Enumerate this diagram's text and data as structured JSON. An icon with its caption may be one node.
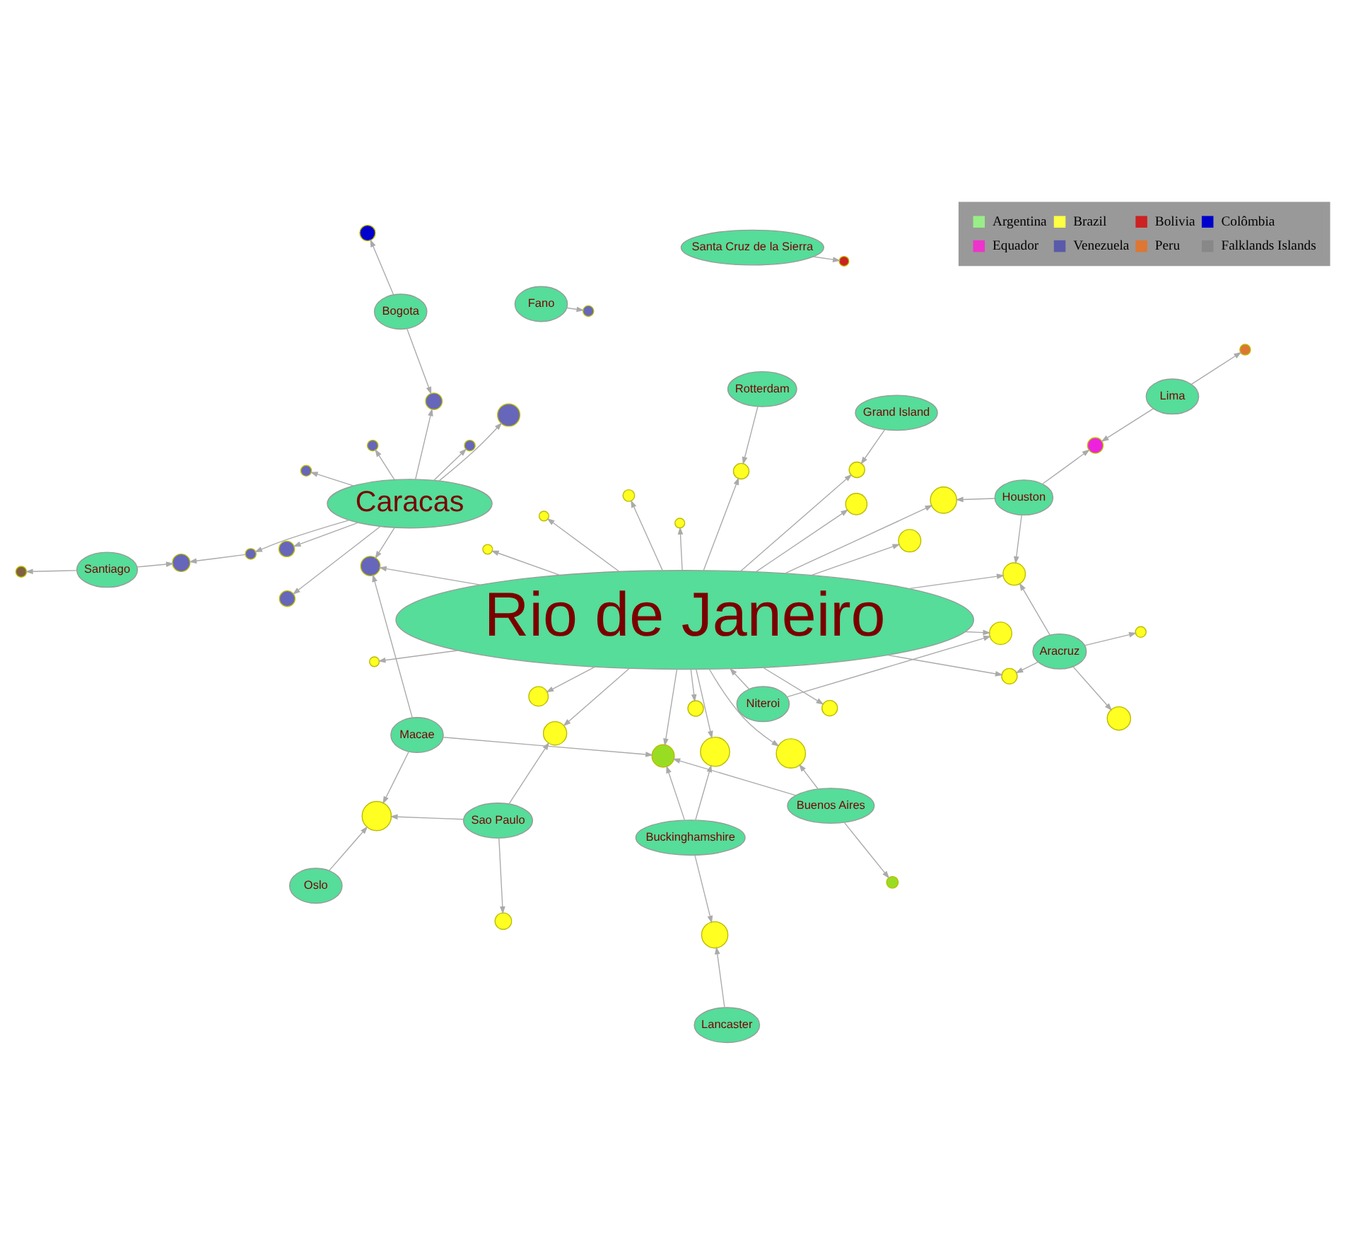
{
  "diagram": {
    "nodes": [
      {
        "text": [
          "Bogota"
        ]
      },
      {
        "text": [
          "Caracas"
        ]
      },
      {
        "text": [
          "Santiago"
        ]
      },
      {
        "text": [
          "Fano"
        ]
      },
      {
        "text": [
          "Buckinghamshire"
        ]
      },
      {
        "text": [
          "Macae"
        ]
      },
      {
        "text": [
          "Buenos Aires"
        ]
      },
      {
        "text": [
          "Santa Cruz de la Sierra"
        ]
      },
      {
        "text": [
          "Lancaster"
        ]
      },
      {
        "text": [
          "Oslo"
        ]
      },
      {
        "text": [
          "Sao Paulo"
        ]
      },
      {
        "text": [
          "Rio de Janeiro"
        ]
      },
      {
        "text": [
          "Niteroi"
        ]
      },
      {
        "text": [
          "Rotterdam"
        ]
      },
      {
        "text": [
          "Houston"
        ]
      },
      {
        "text": [
          "Aracruz"
        ]
      },
      {
        "text": [
          "Grand Island"
        ]
      },
      {
        "text": [
          "Lima"
        ]
      },
      {
        "text": [],
        "shape": "circle"
      },
      {
        "text": [],
        "shape": "circle"
      },
      {
        "text": [],
        "shape": "circle"
      },
      {
        "text": [],
        "shape": "circle"
      },
      {
        "text": [],
        "shape": "circle"
      },
      {
        "text": [],
        "shape": "circle"
      },
      {
        "text": [],
        "shape": "circle"
      },
      {
        "text": [],
        "shape": "circle"
      },
      {
        "text": [],
        "shape": "circle"
      },
      {
        "text": [],
        "shape": "circle"
      },
      {
        "text": [],
        "shape": "circle"
      },
      {
        "text": [],
        "shape": "circle"
      },
      {
        "text": [],
        "shape": "circle"
      },
      {
        "text": [],
        "shape": "circle"
      },
      {
        "text": [],
        "shape": "circle"
      },
      {
        "text": [],
        "shape": "circle"
      },
      {
        "text": [],
        "shape": "circle"
      },
      {
        "text": [],
        "shape": "circle"
      },
      {
        "text": [],
        "shape": "circle"
      },
      {
        "text": [],
        "shape": "circle"
      },
      {
        "text": [],
        "shape": "circle"
      },
      {
        "text": [],
        "shape": "circle"
      },
      {
        "text": [],
        "shape": "circle"
      },
      {
        "text": [],
        "shape": "circle"
      },
      {
        "text": [],
        "shape": "circle"
      },
      {
        "text": [],
        "shape": "circle"
      },
      {
        "text": [],
        "shape": "circle"
      },
      {
        "text": [],
        "shape": "circle"
      },
      {
        "text": [],
        "shape": "circle"
      },
      {
        "text": [],
        "shape": "circle"
      },
      {
        "text": [],
        "shape": "circle"
      },
      {
        "text": [],
        "shape": "circle"
      },
      {
        "text": [],
        "shape": "circle"
      },
      {
        "text": [],
        "shape": "circle"
      },
      {
        "text": [],
        "shape": "circle"
      },
      {
        "text": [],
        "shape": "circle"
      },
      {
        "text": [],
        "shape": "circle"
      },
      {
        "text": [],
        "shape": "circle"
      },
      {
        "text": [],
        "shape": "circle"
      },
      {
        "text": [],
        "shape": "circle"
      },
      {
        "text": [],
        "shape": "circle"
      },
      {
        "text": [],
        "shape": "circle"
      }
    ],
    "edges": [
      {
        "from": 0,
        "to": 18,
        "arrow": "to"
      },
      {
        "from": 0,
        "to": 26,
        "arrow": "to"
      },
      {
        "from": 1,
        "to": 26,
        "arrow": "to"
      },
      {
        "from": 1,
        "to": 24,
        "arrow": "to"
      },
      {
        "from": 1,
        "to": 28,
        "arrow": "to"
      },
      {
        "from": 1,
        "to": 20,
        "arrow": "to"
      },
      {
        "from": 1,
        "to": 19,
        "arrow": "to"
      },
      {
        "from": 1,
        "to": 21,
        "arrow": "to"
      },
      {
        "from": 1,
        "to": 25,
        "arrow": "to"
      },
      {
        "from": 25,
        "to": 22,
        "arrow": "to"
      },
      {
        "from": 1,
        "to": 27,
        "arrow": "to"
      },
      {
        "from": 1,
        "to": 30,
        "arrow": "to"
      },
      {
        "from": 2,
        "to": 22,
        "arrow": "to"
      },
      {
        "from": 2,
        "to": 23,
        "arrow": "to"
      },
      {
        "from": 3,
        "to": 29,
        "arrow": "to"
      },
      {
        "from": 5,
        "to": 30,
        "arrow": "to"
      },
      {
        "from": 11,
        "to": 30,
        "arrow": "to"
      },
      {
        "from": 11,
        "to": 32,
        "arrow": "to"
      },
      {
        "from": 6,
        "to": 32,
        "arrow": "to"
      },
      {
        "from": 6,
        "to": 31,
        "arrow": "to"
      },
      {
        "from": 4,
        "to": 32,
        "arrow": "to"
      },
      {
        "from": 5,
        "to": 32,
        "arrow": "to"
      },
      {
        "from": 7,
        "to": 33,
        "arrow": "to"
      },
      {
        "from": 8,
        "to": 34,
        "arrow": "to"
      },
      {
        "from": 4,
        "to": 34,
        "arrow": "to"
      },
      {
        "from": 4,
        "to": 41,
        "arrow": "to"
      },
      {
        "from": 5,
        "to": 37,
        "arrow": "to"
      },
      {
        "from": 9,
        "to": 37,
        "arrow": "to"
      },
      {
        "from": 6,
        "to": 35,
        "arrow": "to"
      },
      {
        "from": 10,
        "to": 37,
        "arrow": "to"
      },
      {
        "from": 10,
        "to": 40,
        "arrow": "to"
      },
      {
        "from": 10,
        "to": 42,
        "arrow": "to"
      },
      {
        "from": 11,
        "to": 39,
        "arrow": "to"
      },
      {
        "from": 11,
        "to": 41,
        "arrow": "to"
      },
      {
        "from": 11,
        "to": 36,
        "arrow": "to"
      },
      {
        "from": 11,
        "to": 38,
        "arrow": "to"
      },
      {
        "from": 11,
        "to": 35,
        "arrow": "to"
      },
      {
        "from": 11,
        "to": 42,
        "arrow": "to"
      },
      {
        "from": 11,
        "to": 48,
        "arrow": "to"
      },
      {
        "from": 11,
        "to": 53,
        "arrow": "to"
      },
      {
        "from": 11,
        "to": 43,
        "arrow": "to"
      },
      {
        "from": 11,
        "to": 49,
        "arrow": "to"
      },
      {
        "from": 11,
        "to": 45,
        "arrow": "to"
      },
      {
        "from": 11,
        "to": 51,
        "arrow": "to"
      },
      {
        "from": 11,
        "to": 47,
        "arrow": "to"
      },
      {
        "from": 11,
        "to": 44,
        "arrow": "to"
      },
      {
        "from": 11,
        "to": 50,
        "arrow": "to"
      },
      {
        "from": 11,
        "to": 46,
        "arrow": "to"
      },
      {
        "from": 11,
        "to": 52,
        "arrow": "to"
      },
      {
        "from": 11,
        "to": 56,
        "arrow": "to"
      },
      {
        "from": 11,
        "to": 55,
        "arrow": "to"
      },
      {
        "from": 12,
        "to": 48,
        "arrow": "to"
      },
      {
        "from": 12,
        "to": 11,
        "arrow": "to"
      },
      {
        "from": 13,
        "to": 46,
        "arrow": "to"
      },
      {
        "from": 16,
        "to": 50,
        "arrow": "to"
      },
      {
        "from": 14,
        "to": 53,
        "arrow": "to"
      },
      {
        "from": 14,
        "to": 56,
        "arrow": "to"
      },
      {
        "from": 14,
        "to": 57,
        "arrow": "to"
      },
      {
        "from": 17,
        "to": 57,
        "arrow": "to"
      },
      {
        "from": 17,
        "to": 58,
        "arrow": "to"
      },
      {
        "from": 15,
        "to": 54,
        "arrow": "to"
      },
      {
        "from": 15,
        "to": 55,
        "arrow": "to"
      },
      {
        "from": 15,
        "to": 59,
        "arrow": "to"
      },
      {
        "from": 15,
        "to": 56,
        "arrow": "to"
      }
    ],
    "legend": [
      {
        "text": "Argentina",
        "color": "#99ee88"
      },
      {
        "text": "Brazil",
        "color": "#ffff44"
      },
      {
        "text": "Bolivia",
        "color": "#cc2222"
      },
      {
        "text": "Colômbia",
        "color": "#0000cc"
      },
      {
        "text": "Equador",
        "color": "#ee33cc"
      },
      {
        "text": "Venezuela",
        "color": "#5a5aaa"
      },
      {
        "text": "Peru",
        "color": "#dd7733"
      },
      {
        "text": "Falklands Islands",
        "color": "#888888"
      }
    ]
  }
}
